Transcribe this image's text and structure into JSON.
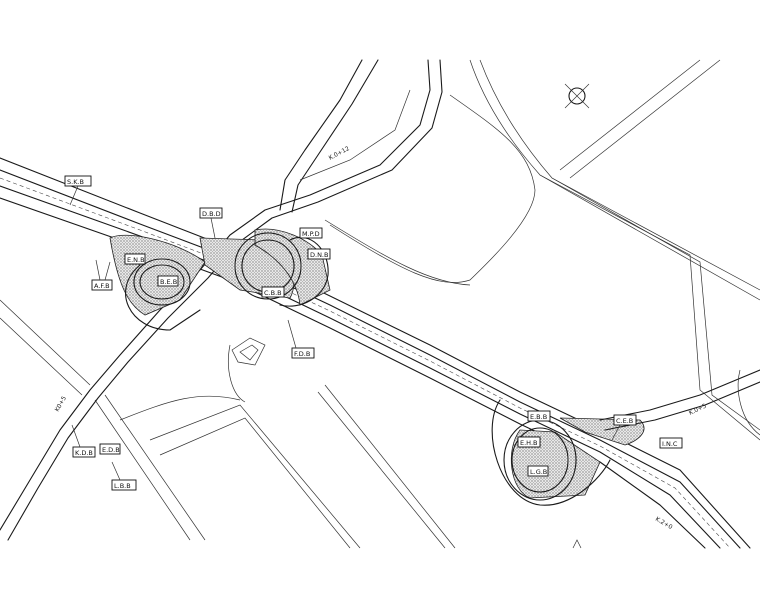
{
  "labels": {
    "l1": "S.K.B",
    "l2": "D.B.D",
    "l3": "M.P.D",
    "l4": "D.N.B",
    "l5": "A.F.B",
    "l6": "E.N.B",
    "l7": "B.E.B",
    "l8": "C.B.B",
    "l9": "F.D.B",
    "l10": "E.B.B",
    "l11": "C.E.B",
    "l12": "E.H.B",
    "l13": "I.N.C",
    "l14": "L.G.B",
    "l15": "K.D.B",
    "l16": "E.D.B",
    "l17": "L.B.B"
  },
  "road_names": {
    "r1": "K.0+12",
    "r2": "K.0+5",
    "r3": "K.2+0",
    "r4": "K0+5"
  }
}
